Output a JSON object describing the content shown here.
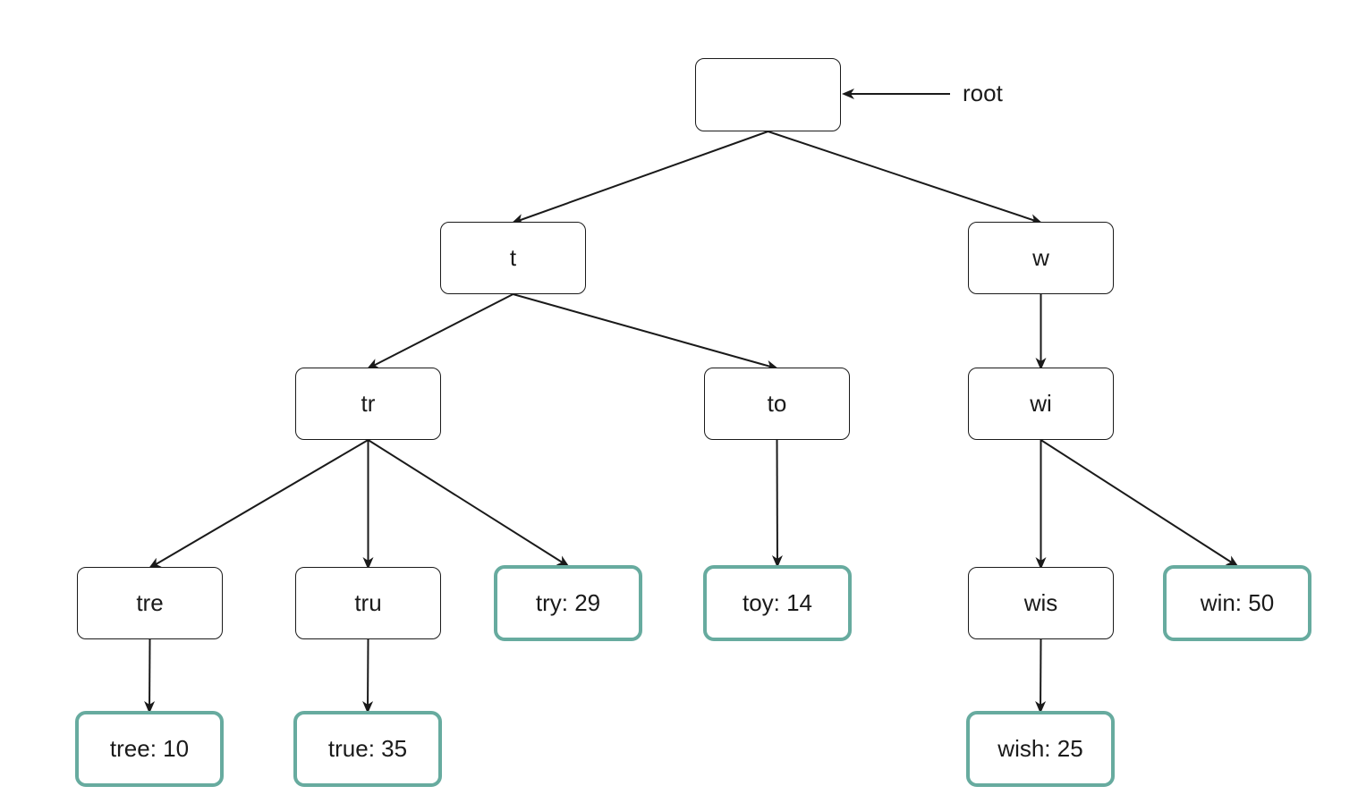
{
  "root_label": "root",
  "colors": {
    "leaf_border": "#67ab9f",
    "edge": "#1a1a1a"
  },
  "nodes": {
    "root": "",
    "t": "t",
    "w": "w",
    "tr": "tr",
    "to": "to",
    "wi": "wi",
    "tre": "tre",
    "tru": "tru",
    "try": "try: 29",
    "toy": "toy: 14",
    "wis": "wis",
    "win": "win: 50",
    "tree": "tree: 10",
    "true": "true: 35",
    "wish": "wish: 25"
  },
  "edges": [
    [
      "root",
      "t"
    ],
    [
      "root",
      "w"
    ],
    [
      "t",
      "tr"
    ],
    [
      "t",
      "to"
    ],
    [
      "w",
      "wi"
    ],
    [
      "tr",
      "tre"
    ],
    [
      "tr",
      "tru"
    ],
    [
      "tr",
      "try"
    ],
    [
      "to",
      "toy"
    ],
    [
      "wi",
      "wis"
    ],
    [
      "wi",
      "win"
    ],
    [
      "tre",
      "tree"
    ],
    [
      "tru",
      "true"
    ],
    [
      "wis",
      "wish"
    ]
  ]
}
